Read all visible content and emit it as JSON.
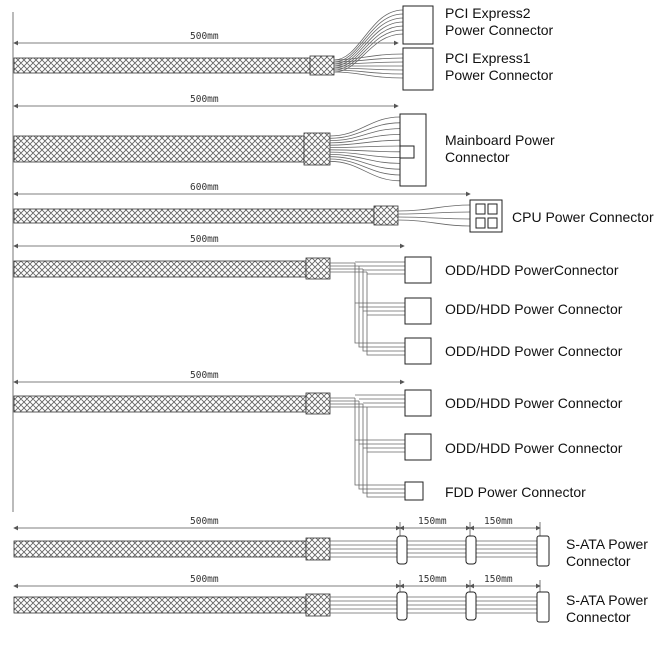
{
  "cables": [
    {
      "id": "pcie",
      "dims": [
        "500mm"
      ],
      "labels": [
        "PCI Express2\nPower Connector",
        "PCI Express1\nPower Connector"
      ]
    },
    {
      "id": "mainboard",
      "dims": [
        "500mm"
      ],
      "labels": [
        "Mainboard Power\nConnector"
      ]
    },
    {
      "id": "cpu",
      "dims": [
        "600mm"
      ],
      "labels": [
        "CPU Power Connector"
      ]
    },
    {
      "id": "odd1",
      "dims": [
        "500mm"
      ],
      "labels": [
        "ODD/HDD PowerConnector",
        "ODD/HDD Power Connector",
        "ODD/HDD Power Connector"
      ]
    },
    {
      "id": "odd2",
      "dims": [
        "500mm"
      ],
      "labels": [
        "ODD/HDD Power Connector",
        "ODD/HDD Power Connector",
        "FDD Power Connector"
      ]
    },
    {
      "id": "sata1",
      "dims": [
        "500mm",
        "150mm",
        "150mm"
      ],
      "labels": [
        "S-ATA Power\nConnector"
      ]
    },
    {
      "id": "sata2",
      "dims": [
        "500mm",
        "150mm",
        "150mm"
      ],
      "labels": [
        "S-ATA Power\nConnector"
      ]
    }
  ]
}
